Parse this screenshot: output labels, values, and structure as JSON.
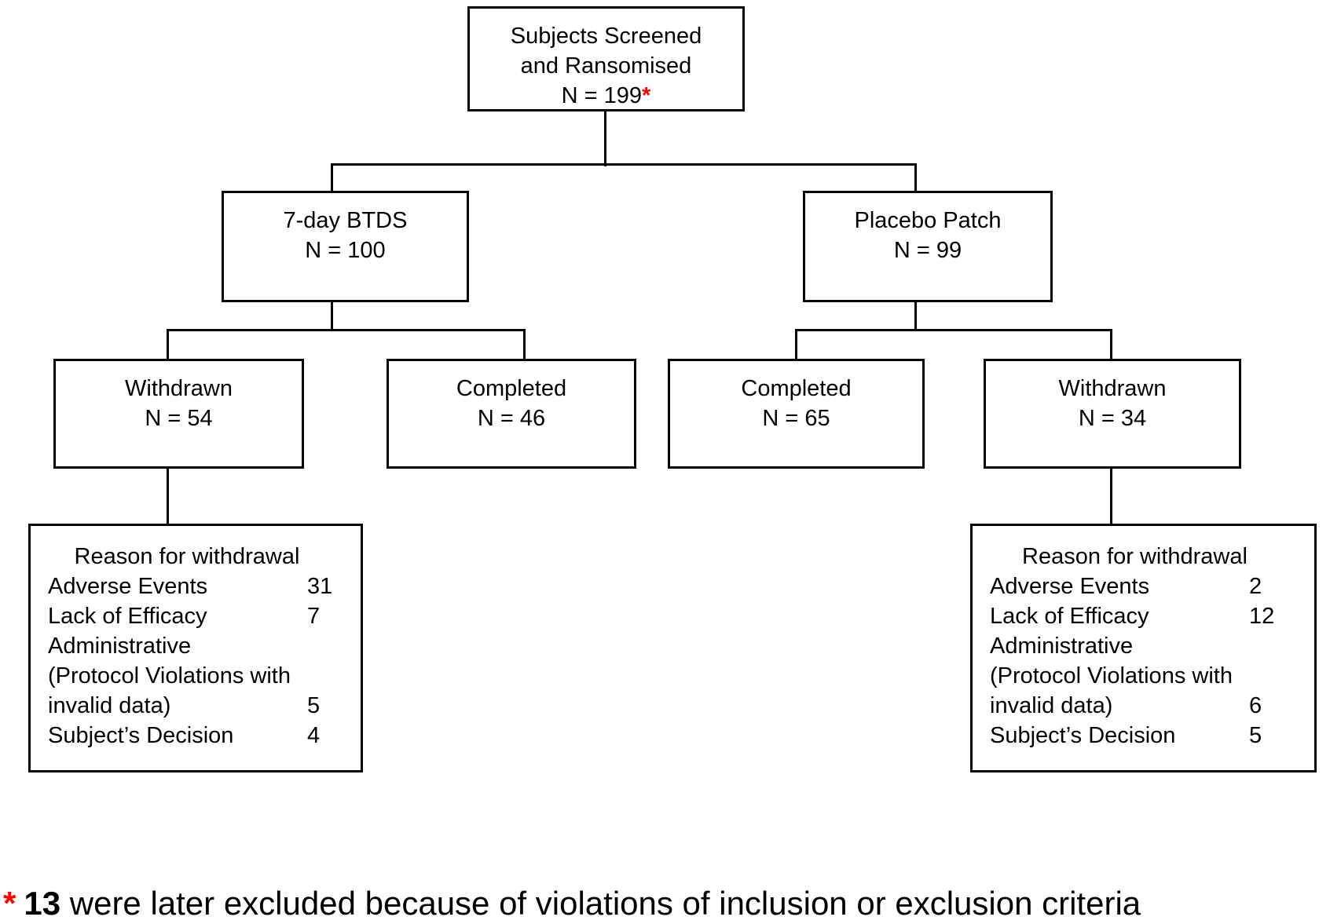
{
  "colors": {
    "background": "#ffffff",
    "line": "#000000",
    "text": "#000000",
    "accent_red": "#ff0000"
  },
  "nodes": {
    "screened": {
      "lines": [
        "Subjects Screened",
        "and Ransomised"
      ],
      "n_label": "N = 199",
      "footnote_marker": "*"
    },
    "btds": {
      "lines": [
        "7-day BTDS"
      ],
      "n_label": "N = 100"
    },
    "placebo": {
      "lines": [
        "Placebo Patch"
      ],
      "n_label": "N = 99"
    },
    "btds_withdrawn": {
      "lines": [
        "Withdrawn"
      ],
      "n_label": "N = 54"
    },
    "btds_completed": {
      "lines": [
        "Completed"
      ],
      "n_label": "N = 46"
    },
    "placebo_completed": {
      "lines": [
        "Completed"
      ],
      "n_label": "N = 65"
    },
    "placebo_withdrawn": {
      "lines": [
        "Withdrawn"
      ],
      "n_label": "N = 34"
    },
    "btds_reasons": {
      "title": "Reason for withdrawal",
      "rows": [
        {
          "label": "Adverse Events",
          "value": "31"
        },
        {
          "label": "Lack of Efficacy",
          "value": "7"
        },
        {
          "label": "Administrative",
          "value": ""
        },
        {
          "label": "(Protocol Violations with",
          "value": ""
        },
        {
          "label": "invalid data)",
          "value": "5"
        },
        {
          "label": "Subject’s Decision",
          "value": "4"
        }
      ]
    },
    "placebo_reasons": {
      "title": "Reason for withdrawal",
      "rows": [
        {
          "label": "Adverse Events",
          "value": "2"
        },
        {
          "label": "Lack of Efficacy",
          "value": "12"
        },
        {
          "label": "Administrative",
          "value": ""
        },
        {
          "label": "(Protocol Violations with",
          "value": ""
        },
        {
          "label": "invalid data)",
          "value": "6"
        },
        {
          "label": "Subject’s Decision",
          "value": "5"
        }
      ]
    }
  },
  "edges": [
    [
      "screened",
      "btds"
    ],
    [
      "screened",
      "placebo"
    ],
    [
      "btds",
      "btds_withdrawn"
    ],
    [
      "btds",
      "btds_completed"
    ],
    [
      "placebo",
      "placebo_completed"
    ],
    [
      "placebo",
      "placebo_withdrawn"
    ],
    [
      "btds_withdrawn",
      "btds_reasons"
    ],
    [
      "placebo_withdrawn",
      "placebo_reasons"
    ]
  ],
  "footnote": {
    "marker": "*",
    "bold": "13",
    "text": "were later excluded because of violations of inclusion or exclusion criteria"
  }
}
